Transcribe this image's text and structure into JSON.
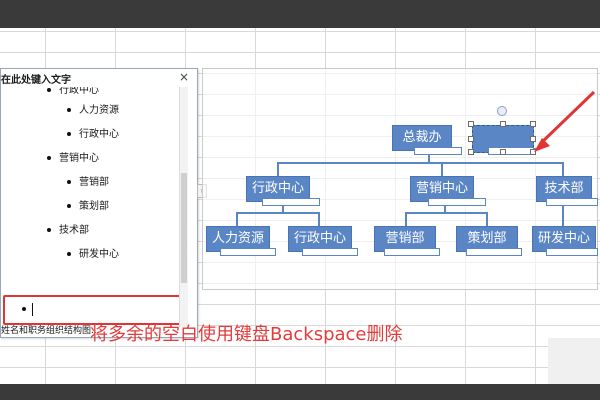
{
  "pane": {
    "title": "在此处键入文字",
    "close": "×",
    "items": [
      {
        "text": "行政中心",
        "level": 1
      },
      {
        "text": "人力资源",
        "level": 2
      },
      {
        "text": "行政中心",
        "level": 2
      },
      {
        "text": "营销中心",
        "level": 1
      },
      {
        "text": "营销部",
        "level": 2
      },
      {
        "text": "策划部",
        "level": 2
      },
      {
        "text": "技术部",
        "level": 1
      },
      {
        "text": "研发中心",
        "level": 2
      }
    ],
    "footer": "姓名和职务组织结构图..."
  },
  "org": {
    "root": "总裁办",
    "l1": [
      "行政中心",
      "营销中心",
      "技术部"
    ],
    "l2": [
      "人力资源",
      "行政中心",
      "营销部",
      "策划部",
      "研发中心"
    ]
  },
  "caption": "将多余的空白使用键盘Backspace删除",
  "colors": {
    "node": "#5b86c6",
    "highlight": "#e23434"
  }
}
